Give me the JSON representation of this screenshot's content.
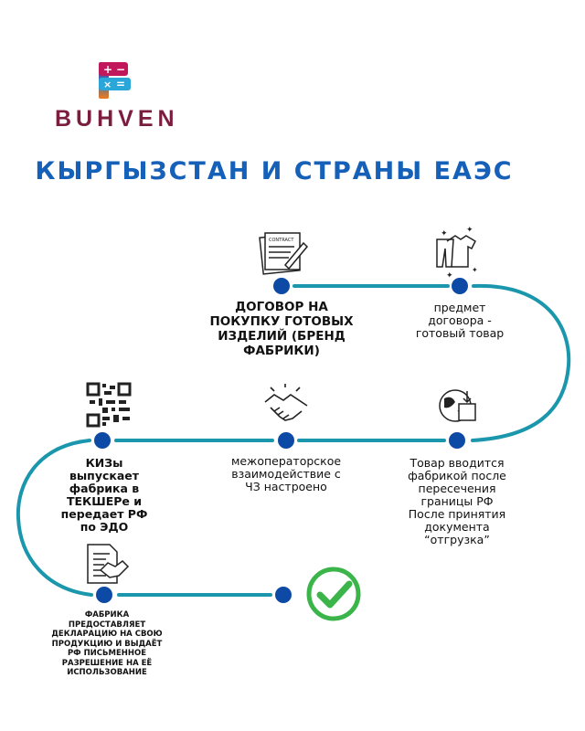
{
  "brand": {
    "name": "BUHVEN",
    "logo_symbols": [
      "+",
      "−",
      "×",
      "="
    ]
  },
  "title": "КЫРГЫЗСТАН И СТРАНЫ ЕАЭС",
  "steps": [
    {
      "icon": "contract-icon",
      "icon_text": "CONTRACT",
      "label": "ДОГОВОР НА ПОКУПКУ ГОТОВЫХ ИЗДЕЛИЙ (БРЕНД ФАБРИКИ)"
    },
    {
      "icon": "clothes-icon",
      "label": "предмет договора - готовый товар"
    },
    {
      "icon": "globe-box-icon",
      "label": "Товар вводится фабрикой после пересечения границы РФ После принятия документа “отгрузка”"
    },
    {
      "icon": "handshake-icon",
      "label": "межоператорское взаимодействие с ЧЗ настроено"
    },
    {
      "icon": "qr-code-icon",
      "label": "КИЗы выпускает фабрика в ТЕКШЕРе и передает РФ по ЭДО"
    },
    {
      "icon": "document-handshake-icon",
      "label": "ФАБРИКА ПРЕДОСТАВЛЯЕТ ДЕКЛАРАЦИЮ НА СВОЮ ПРОДУКЦИЮ И ВЫДАЁТ РФ ПИСЬМЕННОЕ РАЗРЕШЕНИЕ НА ЕЁ ИСПОЛЬЗОВАНИЕ"
    },
    {
      "icon": "check-circle-icon",
      "label": ""
    }
  ],
  "colors": {
    "line": "#1b97ad",
    "dot": "#0c4aa6",
    "title": "#1560b8",
    "brand": "#7b1d3e",
    "check": "#3bb54a"
  }
}
